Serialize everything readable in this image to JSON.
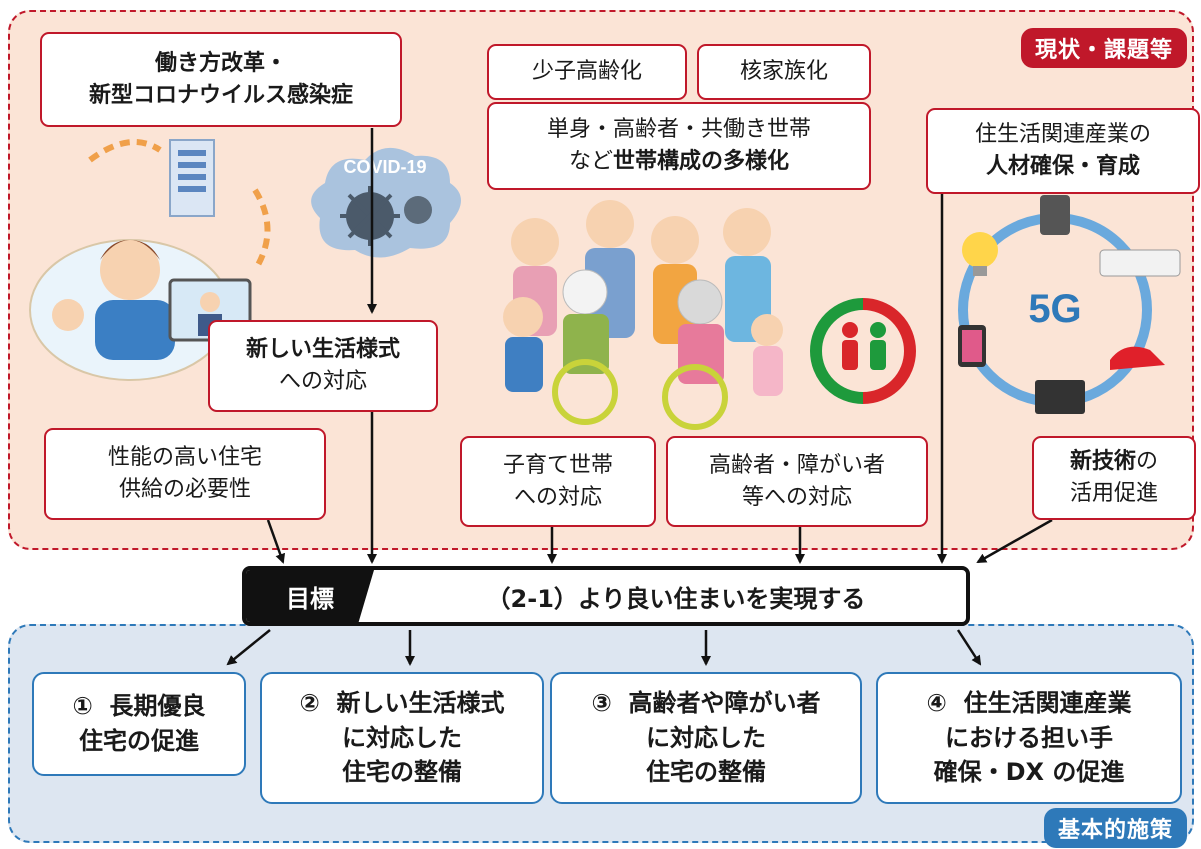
{
  "tags": {
    "current": "現状・課題等",
    "measures": "基本的施策"
  },
  "top_boxes": {
    "work_covid": {
      "line1": "働き方改革・",
      "line2": "新型コロナウイルス感染症"
    },
    "shoshi": "少子高齢化",
    "kakukazoku": "核家族化",
    "household": {
      "line1": "単身・高齢者・共働き世帯",
      "line2_pre": "など",
      "line2_bold": "世帯構成の多様化"
    },
    "industry": {
      "line1": "住生活関連産業の",
      "line2": "人材確保・育成"
    },
    "new_lifestyle": {
      "line1": "新しい生活様式",
      "line2": "への対応"
    },
    "performance": {
      "line1": "性能の高い住宅",
      "line2": "供給の必要性"
    },
    "childcare": {
      "line1": "子育て世帯",
      "line2": "への対応"
    },
    "elderly": {
      "line1": "高齢者・障がい者",
      "line2": "等への対応"
    },
    "tech": {
      "line1_bold": "新技術",
      "line1_rest": "の",
      "line2": "活用促進"
    }
  },
  "covid_label": "COVID-19",
  "fiveg_label": "5G",
  "goal": {
    "label": "目標",
    "text": "（2-1）より良い住まいを実現する"
  },
  "measures": [
    {
      "lines": [
        "①  長期優良",
        "住宅の促進"
      ]
    },
    {
      "lines": [
        "②  新しい生活様式",
        "に対応した",
        "住宅の整備"
      ]
    },
    {
      "lines": [
        "③  高齢者や障がい者",
        "に対応した",
        "住宅の整備"
      ]
    },
    {
      "lines": [
        "④  住生活関連産業",
        "における担い手",
        "確保・DX の促進"
      ]
    }
  ],
  "colors": {
    "red": "#c0182a",
    "blue": "#2e79b9",
    "peach": "#fbe4d6",
    "light_blue": "#dde6f1"
  }
}
